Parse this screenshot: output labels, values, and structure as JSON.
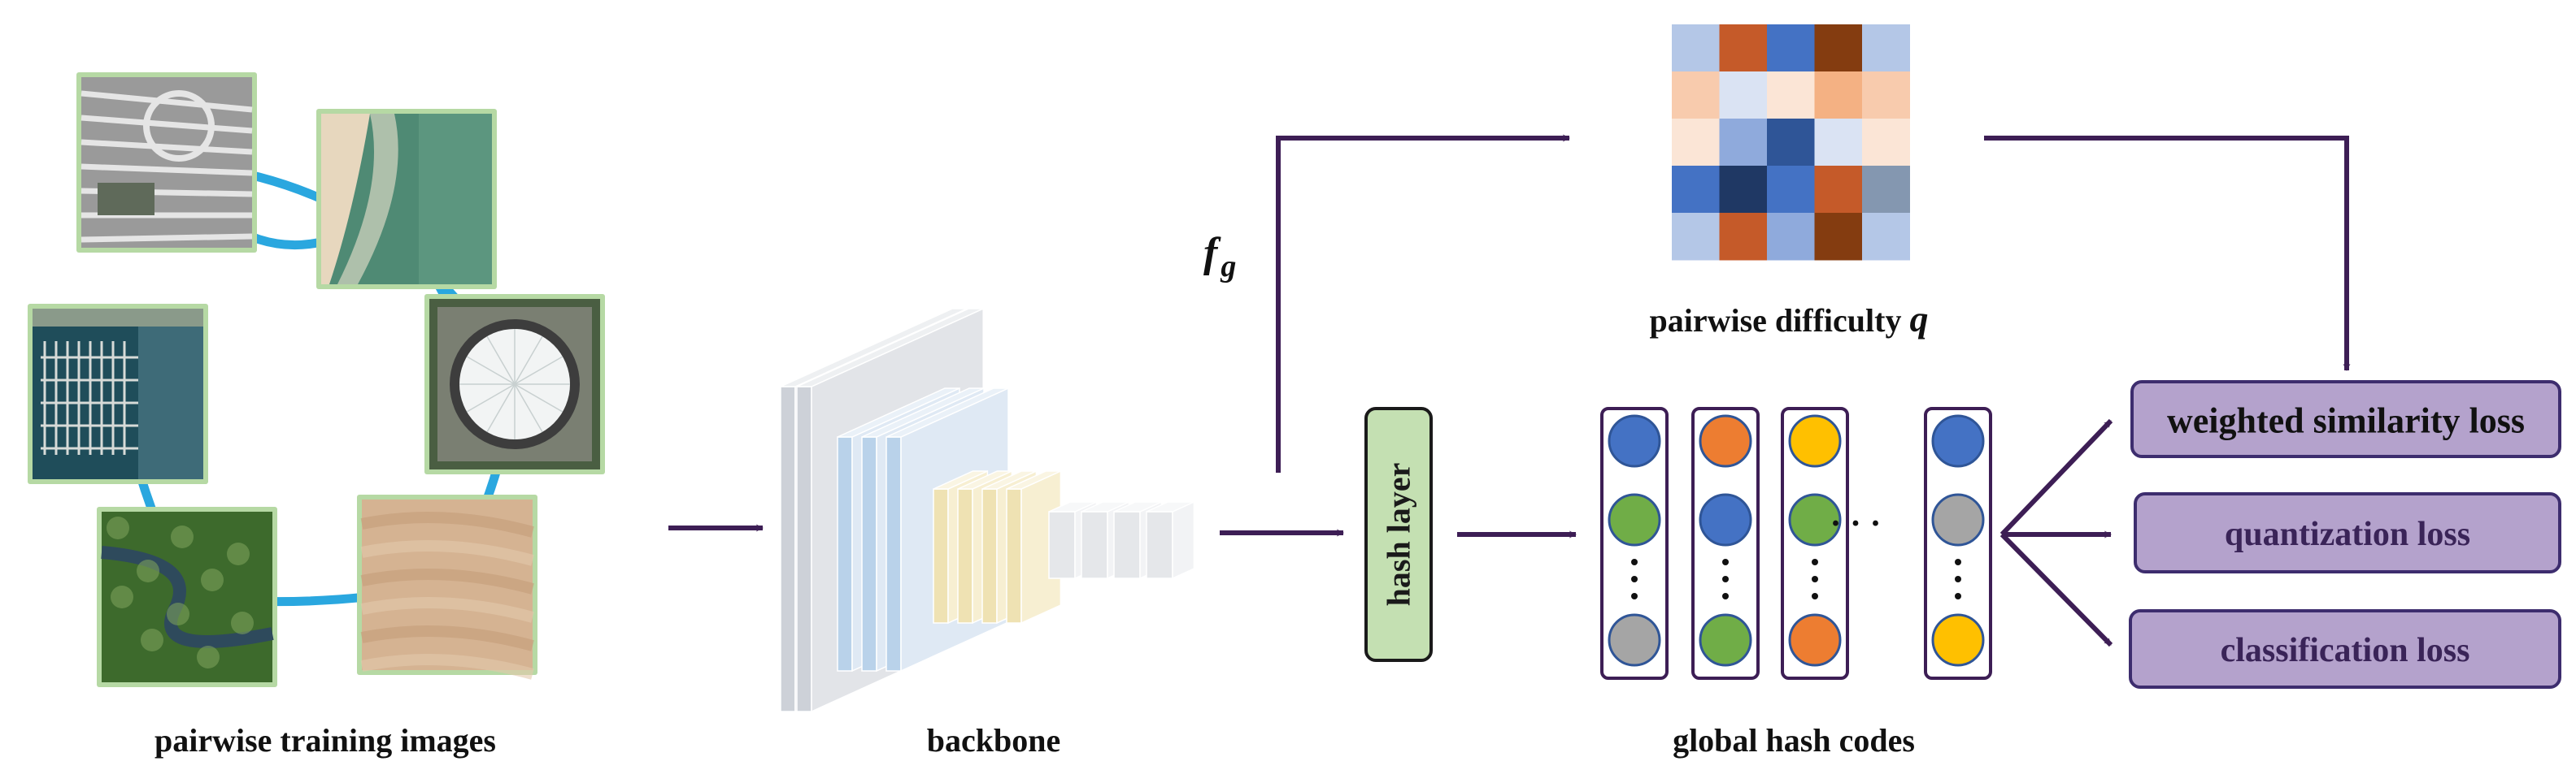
{
  "labels": {
    "training_images": "pairwise training images",
    "backbone": "backbone",
    "hash_layer": "hash layer",
    "global_hash_codes": "global hash codes",
    "pairwise_difficulty": "pairwise difficulty ",
    "difficulty_symbol": "q",
    "feature_symbol": "f",
    "feature_subscript": "g",
    "ellipsis": "· · ·"
  },
  "losses": [
    {
      "label": "weighted similarity loss"
    },
    {
      "label": "quantization loss"
    },
    {
      "label": "classification loss"
    }
  ],
  "colors": {
    "arrow": "#3d1e55",
    "connection": "#2aa7df",
    "image_border": "#b6d9a4",
    "hash_layer_fill": "#c4e0b2",
    "loss_fill": "#b4a2cc",
    "loss_border": "#3d2d6e",
    "code_border": "#3d1e55",
    "bit_blue": "#4472c4",
    "bit_orange": "#ed7d31",
    "bit_yellow": "#ffc000",
    "bit_green": "#70ad47",
    "bit_gray": "#a5a5a5"
  },
  "images": [
    {
      "name": "airport-image",
      "palette": [
        "#9a9a9a",
        "#e5e5e5",
        "#5f6a5a"
      ]
    },
    {
      "name": "beach-image",
      "palette": [
        "#4f8a74",
        "#e7d7be",
        "#6aa18a"
      ]
    },
    {
      "name": "harbor-image",
      "palette": [
        "#1f4d5a",
        "#d7dbd8",
        "#3e6b78"
      ]
    },
    {
      "name": "stadium-image",
      "palette": [
        "#4a5e42",
        "#f2f4f4",
        "#7a7f72"
      ]
    },
    {
      "name": "river-image",
      "palette": [
        "#3d6a2c",
        "#2e4a5c",
        "#7ba05a"
      ]
    },
    {
      "name": "desert-image",
      "palette": [
        "#d5b392",
        "#e3c8ab",
        "#c49d7a"
      ]
    }
  ],
  "hash_codes": [
    [
      "blue",
      "green",
      "gray"
    ],
    [
      "orange",
      "blue",
      "green"
    ],
    [
      "yellow",
      "green",
      "orange"
    ],
    [
      "blue",
      "gray",
      "yellow"
    ]
  ],
  "difficulty_matrix": [
    [
      "#b4c7e7",
      "#c55a29",
      "#4472c4",
      "#843c10",
      "#b4c7e7"
    ],
    [
      "#f8cbad",
      "#dae3f3",
      "#fbe5d6",
      "#f4b183",
      "#f8cbad"
    ],
    [
      "#fbe5d6",
      "#8faadc",
      "#2f5597",
      "#dae3f3",
      "#fbe5d6"
    ],
    [
      "#4472c4",
      "#1f3864",
      "#4472c4",
      "#c55a29",
      "#8497b0"
    ],
    [
      "#b4c7e7",
      "#c55a29",
      "#8faadc",
      "#843c10",
      "#b4c7e7"
    ]
  ]
}
